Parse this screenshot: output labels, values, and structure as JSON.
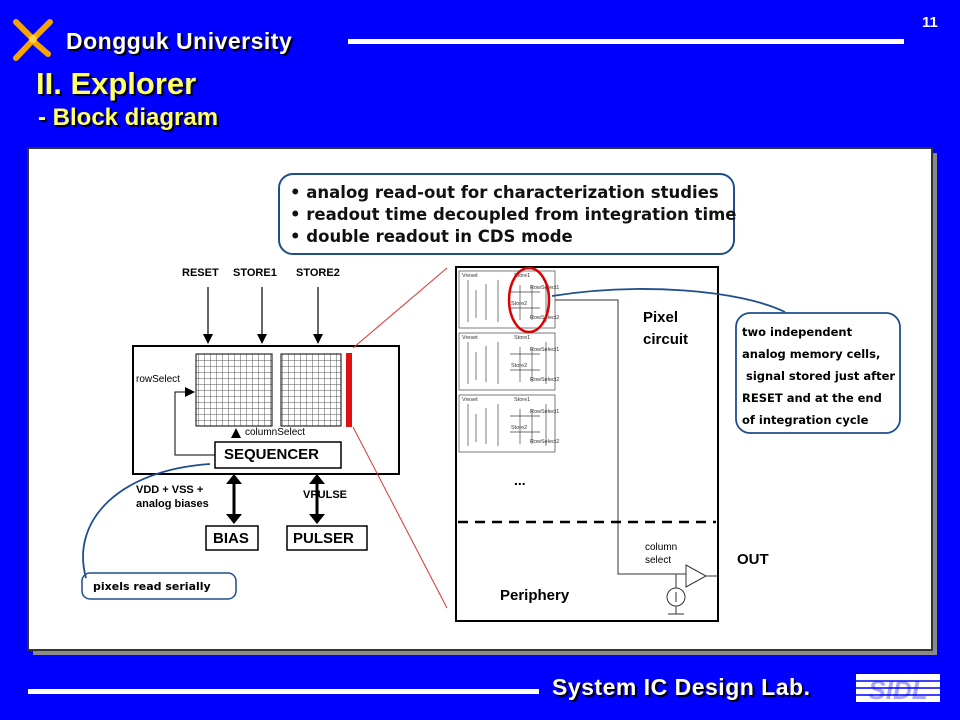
{
  "header": {
    "university": "Dongguk University",
    "page_number": "11",
    "title": "II. Explorer",
    "subtitle": "- Block diagram"
  },
  "footer": {
    "lab_name": "System IC Design Lab.",
    "logo_text": "SIDL"
  },
  "diagram": {
    "bullets": [
      "analog read-out for characterization studies",
      "readout time decoupled from integration time",
      "double readout in CDS mode"
    ],
    "signals_top": {
      "reset": "RESET",
      "store1": "STORE1",
      "store2": "STORE2"
    },
    "row_select": "rowSelect",
    "column_select": "columnSelect",
    "sequencer": "SEQUENCER",
    "bias_signals_line1": "VDD + VSS +",
    "bias_signals_line2": "analog biases",
    "vpulse": "VPULSE",
    "bias": "BIAS",
    "pulser": "PULSER",
    "pixels_read": "pixels read serially",
    "pixel_circuit_line1": "Pixel",
    "pixel_circuit_line2": "circuit",
    "ellipsis": "...",
    "periphery": "Periphery",
    "column_select_line1": "column",
    "column_select_line2": "select",
    "out": "OUT",
    "pixel_labels": {
      "vreset": "Vreset",
      "store1": "Store1",
      "store2": "Store2",
      "rowselect1": "RowSelect1",
      "rowselect2": "RowSelect2"
    },
    "callout": [
      "two independent",
      "analog memory cells,",
      " signal stored just after",
      "RESET and at the end",
      "of integration cycle"
    ]
  }
}
